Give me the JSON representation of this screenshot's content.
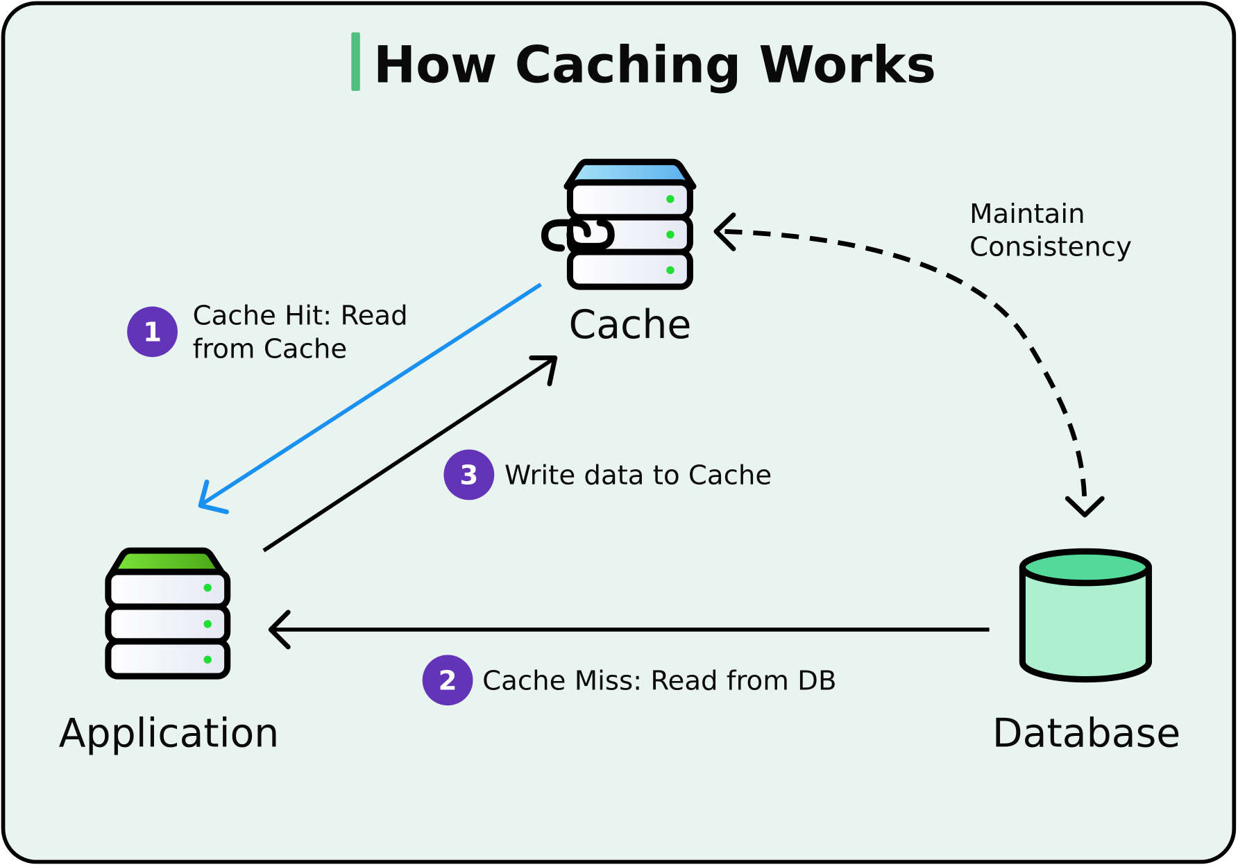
{
  "title": "How Caching Works",
  "colors": {
    "background": "#e9f3ef",
    "border": "#000000",
    "title_accent": "#52be80",
    "badge": "#6434b8",
    "read_hit_arrow": "#1a90f0",
    "cache_top_start": "#a8e4f8",
    "cache_top_end": "#5aaeed",
    "app_top_start": "#7be63a",
    "app_top_end": "#4aa516",
    "db_top": "#55d99a",
    "db_body": "#aeefcf",
    "led": "#22dd33"
  },
  "nodes": {
    "cache": {
      "label": "Cache",
      "icon": "server-with-link-icon"
    },
    "application": {
      "label": "Application",
      "icon": "server-icon"
    },
    "database": {
      "label": "Database",
      "icon": "database-cylinder-icon"
    }
  },
  "steps": [
    {
      "number": "1",
      "line1": "Cache Hit: Read",
      "line2": "from Cache",
      "from": "cache",
      "to": "application"
    },
    {
      "number": "2",
      "line1": "Cache Miss: Read from DB",
      "from": "database",
      "to": "application"
    },
    {
      "number": "3",
      "line1": "Write data to Cache",
      "from": "application",
      "to": "cache"
    }
  ],
  "consistency": {
    "line1": "Maintain",
    "line2": "Consistency",
    "from": "database",
    "to": "cache",
    "style": "dashed"
  }
}
